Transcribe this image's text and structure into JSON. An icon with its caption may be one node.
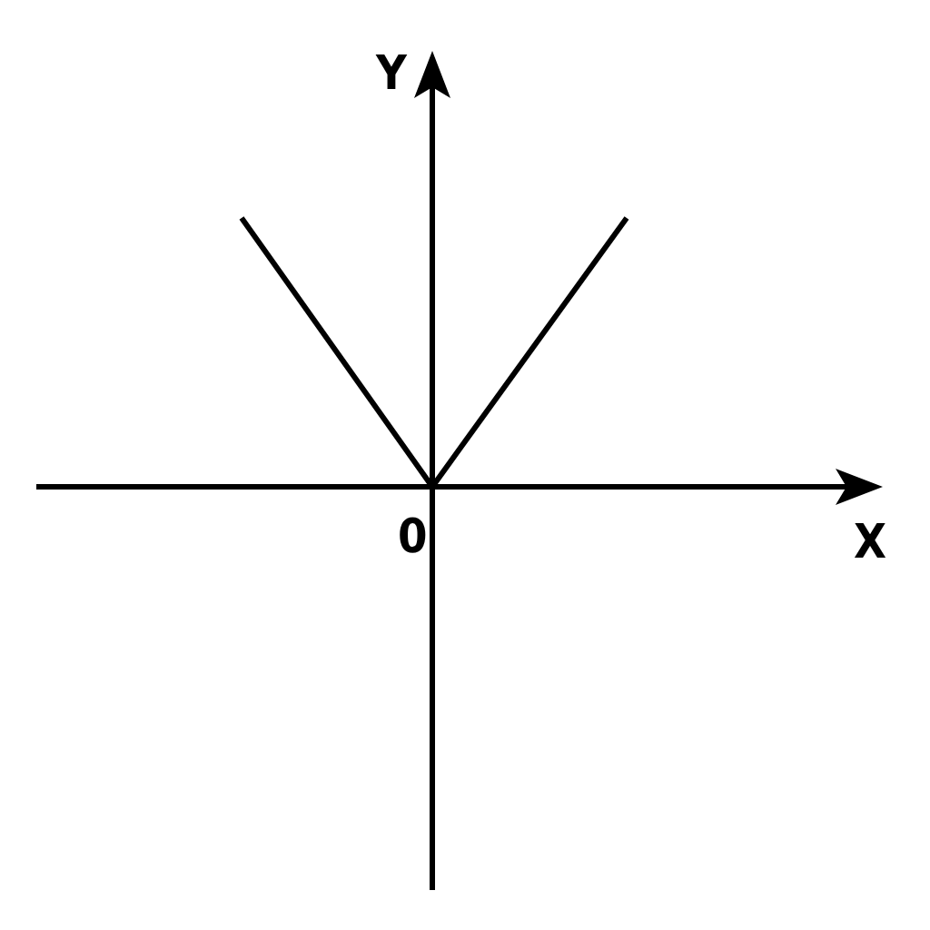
{
  "diagram": {
    "labels": [
      "Y",
      "0",
      "X"
    ]
  }
}
